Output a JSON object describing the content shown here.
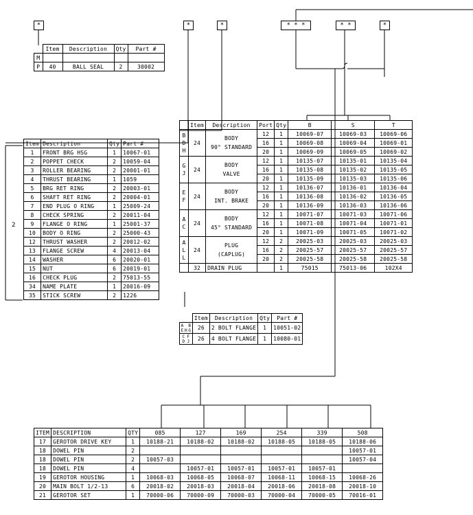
{
  "markers": {
    "m1": "*",
    "m2": "*",
    "m3": "*",
    "m4": "* * *",
    "m5": "* *",
    "m6": "*"
  },
  "seal_table": {
    "headers": [
      "Item",
      "Description",
      "Qty",
      "Part #"
    ],
    "row_labels": [
      "M",
      "P"
    ],
    "row": {
      "item": "40",
      "description": "BALL SEAL",
      "qty": "2",
      "part": "30002"
    }
  },
  "left_table": {
    "headers": [
      "Item",
      "Description",
      "Qty",
      "Part #"
    ],
    "group_label": "2",
    "rows": [
      {
        "item": "1",
        "description": "FRONT BRG HSG",
        "qty": "1",
        "part": "10067-01"
      },
      {
        "item": "2",
        "description": "POPPET CHECK",
        "qty": "2",
        "part": "10059-04"
      },
      {
        "item": "3",
        "description": "ROLLER BEARING",
        "qty": "2",
        "part": "20001-01"
      },
      {
        "item": "4",
        "description": "THRUST BEARING",
        "qty": "1",
        "part": "1059"
      },
      {
        "item": "5",
        "description": "BRG RET RING",
        "qty": "2",
        "part": "20003-01"
      },
      {
        "item": "6",
        "description": "SHAFT RET RING",
        "qty": "2",
        "part": "20004-01"
      },
      {
        "item": "7",
        "description": "END PLUG O RING",
        "qty": "1",
        "part": "25009-24"
      },
      {
        "item": "8",
        "description": "CHECK SPRING",
        "qty": "2",
        "part": "20011-04"
      },
      {
        "item": "9",
        "description": "FLANGE O RING",
        "qty": "1",
        "part": "25001-37"
      },
      {
        "item": "10",
        "description": "BODY O RING",
        "qty": "2",
        "part": "25000-43"
      },
      {
        "item": "12",
        "description": "THRUST WASHER",
        "qty": "2",
        "part": "20012-02"
      },
      {
        "item": "13",
        "description": "FLANGE SCREW",
        "qty": "4",
        "part": "20013-04"
      },
      {
        "item": "14",
        "description": "WASHER",
        "qty": "6",
        "part": "20020-01"
      },
      {
        "item": "15",
        "description": "NUT",
        "qty": "6",
        "part": "20019-01"
      },
      {
        "item": "16",
        "description": "CHECK PLUG",
        "qty": "2",
        "part": "75013-55"
      },
      {
        "item": "34",
        "description": "NAME PLATE",
        "qty": "1",
        "part": "20016-09"
      },
      {
        "item": "35",
        "description": "STICK SCREW",
        "qty": "2",
        "part": "1226"
      }
    ]
  },
  "body_table": {
    "headers": [
      "Item",
      "Description",
      "Port",
      "Qty",
      "B",
      "S",
      "T"
    ],
    "groups": [
      {
        "labels": [
          "B",
          "D",
          "H"
        ],
        "item": "24",
        "desc1": "BODY",
        "desc2": "90° STANDARD",
        "rows": [
          {
            "port": "12",
            "qty": "1",
            "b": "10069-07",
            "s": "10069-03",
            "t": "10069-06"
          },
          {
            "port": "16",
            "qty": "1",
            "b": "10069-08",
            "s": "10069-04",
            "t": "10069-01"
          },
          {
            "port": "20",
            "qty": "1",
            "b": "10069-09",
            "s": "10069-05",
            "t": "10069-02"
          }
        ]
      },
      {
        "labels": [
          "G",
          "J"
        ],
        "item": "24",
        "desc1": "BODY",
        "desc2": "VALVE",
        "rows": [
          {
            "port": "12",
            "qty": "1",
            "b": "10135-07",
            "s": "10135-01",
            "t": "10135-04"
          },
          {
            "port": "16",
            "qty": "1",
            "b": "10135-08",
            "s": "10135-02",
            "t": "10135-05"
          },
          {
            "port": "20",
            "qty": "1",
            "b": "10135-09",
            "s": "10135-03",
            "t": "10135-06"
          }
        ]
      },
      {
        "labels": [
          "E",
          "F"
        ],
        "item": "24",
        "desc1": "BODY",
        "desc2": "INT. BRAKE",
        "rows": [
          {
            "port": "12",
            "qty": "1",
            "b": "10136-07",
            "s": "10136-01",
            "t": "10136-04"
          },
          {
            "port": "16",
            "qty": "1",
            "b": "10136-08",
            "s": "10136-02",
            "t": "10136-05"
          },
          {
            "port": "20",
            "qty": "1",
            "b": "10136-09",
            "s": "10136-03",
            "t": "10136-06"
          }
        ]
      },
      {
        "labels": [
          "A",
          "C"
        ],
        "item": "24",
        "desc1": "BODY",
        "desc2": "45° STANDARD",
        "rows": [
          {
            "port": "12",
            "qty": "1",
            "b": "10071-07",
            "s": "10071-03",
            "t": "10071-06"
          },
          {
            "port": "16",
            "qty": "1",
            "b": "10071-08",
            "s": "10071-04",
            "t": "10071-01"
          },
          {
            "port": "20",
            "qty": "1",
            "b": "10071-09",
            "s": "10071-05",
            "t": "10071-02"
          }
        ]
      },
      {
        "labels": [
          "A",
          "L",
          "L"
        ],
        "item": "24",
        "desc1": "PLUG",
        "desc2": "(CAPLUG)",
        "rows": [
          {
            "port": "12",
            "qty": "2",
            "b": "20025-03",
            "s": "20025-03",
            "t": "20025-03"
          },
          {
            "port": "16",
            "qty": "2",
            "b": "20025-57",
            "s": "20025-57",
            "t": "20025-57"
          },
          {
            "port": "20",
            "qty": "2",
            "b": "20025-58",
            "s": "20025-58",
            "t": "20025-58"
          }
        ]
      }
    ],
    "drain": {
      "item": "32",
      "description": "DRAIN PLUG",
      "port": "",
      "qty": "1",
      "b": "75015",
      "s": "75013-06",
      "t": "102X4"
    }
  },
  "flange_table": {
    "headers": [
      "Item",
      "Description",
      "Qty",
      "Part #"
    ],
    "rows": [
      {
        "labels_a": "A E",
        "labels_b": "H",
        "labels_c": "B G",
        "item": "26",
        "description": "2 BOLT FLANGE",
        "qty": "1",
        "part": "10051-02"
      },
      {
        "labels_a": "C D",
        "labels_b": "",
        "labels_c": "F J",
        "item": "26",
        "description": "4 BOLT FLANGE",
        "qty": "1",
        "part": "10080-01"
      }
    ]
  },
  "gerotor_table": {
    "headers": [
      "ITEM",
      "DESCRIPTION",
      "QTY",
      "085",
      "127",
      "169",
      "254",
      "339",
      "508"
    ],
    "rows": [
      {
        "item": "17",
        "description": "GEROTOR DRIVE KEY",
        "qty": "1",
        "v": [
          "10188-21",
          "10188-02",
          "10188-02",
          "10188-05",
          "10188-05",
          "10188-06"
        ]
      },
      {
        "item": "18",
        "description": "DOWEL PIN",
        "qty": "2",
        "v": [
          "",
          "",
          "",
          "",
          "",
          "10057-01"
        ]
      },
      {
        "item": "18",
        "description": "DOWEL PIN",
        "qty": "2",
        "v": [
          "10057-03",
          "",
          "",
          "",
          "",
          "10057-04"
        ]
      },
      {
        "item": "18",
        "description": "DOWEL PIN",
        "qty": "4",
        "v": [
          "",
          "10057-01",
          "10057-01",
          "10057-01",
          "10057-01",
          ""
        ]
      },
      {
        "item": "19",
        "description": "GEROTOR HOUSING",
        "qty": "1",
        "v": [
          "10068-03",
          "10068-05",
          "10068-07",
          "10068-11",
          "10068-15",
          "10068-26"
        ]
      },
      {
        "item": "20",
        "description": "MAIN BOLT 1/2-13",
        "qty": "6",
        "v": [
          "20018-02",
          "20018-03",
          "20018-04",
          "20018-06",
          "20018-08",
          "20018-10"
        ]
      },
      {
        "item": "21",
        "description": "GEROTOR SET",
        "qty": "1",
        "v": [
          "70000-06",
          "70000-09",
          "70000-03",
          "70000-04",
          "70000-05",
          "70016-01"
        ]
      }
    ]
  }
}
